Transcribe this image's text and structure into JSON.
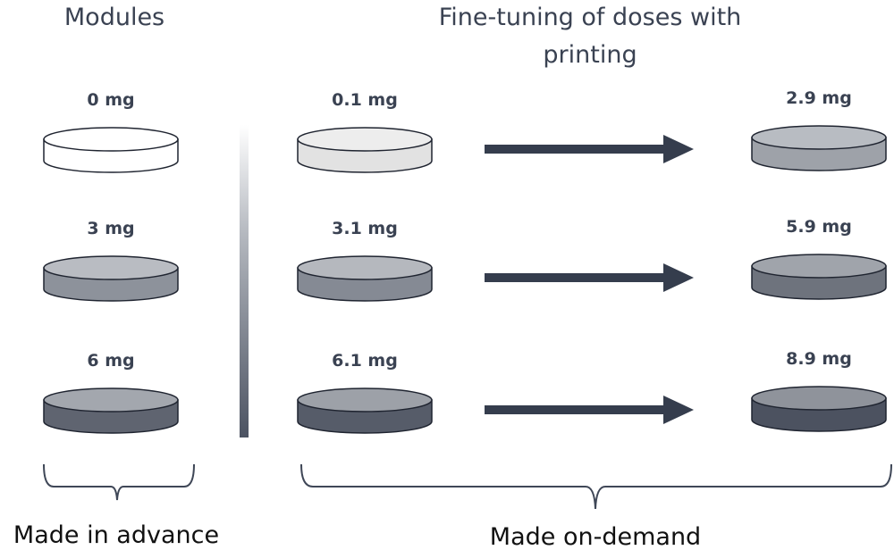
{
  "titles": {
    "modules": "Modules",
    "finetune_line1": "Fine-tuning of doses with",
    "finetune_line2": "printing"
  },
  "modules": [
    {
      "label": "0 mg",
      "top": "#ffffff",
      "side": "#ffffff"
    },
    {
      "label": "3 mg",
      "top": "#b9bcc2",
      "side": "#8d929b"
    },
    {
      "label": "6 mg",
      "top": "#a3a7ae",
      "side": "#5f6470"
    }
  ],
  "printed_rows": [
    {
      "from": {
        "label": "0.1 mg",
        "top": "#ededed",
        "side": "#e2e2e2"
      },
      "to": {
        "label": "2.9 mg",
        "top": "#b8bcc2",
        "side": "#9ea2a9"
      }
    },
    {
      "from": {
        "label": "3.1 mg",
        "top": "#b5b8be",
        "side": "#858a94"
      },
      "to": {
        "label": "5.9 mg",
        "top": "#a0a4ab",
        "side": "#6e737d"
      }
    },
    {
      "from": {
        "label": "6.1 mg",
        "top": "#9da1a8",
        "side": "#565c69"
      },
      "to": {
        "label": "8.9 mg",
        "top": "#8f939b",
        "side": "#4c5260"
      }
    }
  ],
  "footer": {
    "advance": "Made in advance",
    "on_demand": "Made on-demand"
  },
  "colors": {
    "text": "#3a4252",
    "arrow": "#353d4d",
    "footer_text": "#111111"
  }
}
